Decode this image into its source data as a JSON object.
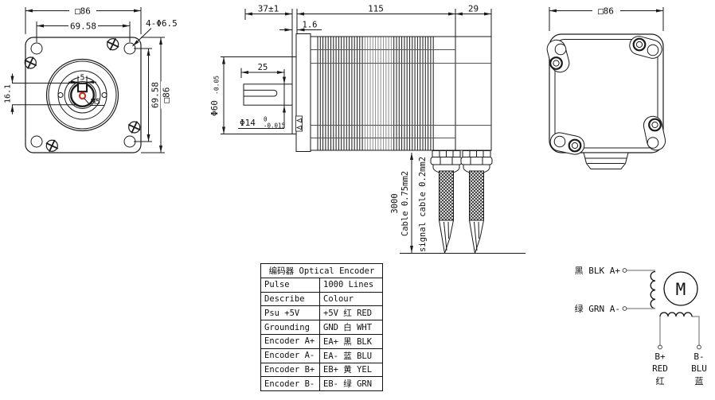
{
  "front_view": {
    "dim_width_top": "□86",
    "dim_hole_spacing_h": "69.58",
    "holes_label": "4-Φ6.5",
    "dim_key_offset": "16.1",
    "dim_key_width": "5",
    "center_tap_label": "M5",
    "dim_hole_spacing_v": "69.58",
    "dim_height_right": "□86"
  },
  "side_view": {
    "dim_shaft_length": "37±1",
    "dim_body_length": "115",
    "dim_rear_length": "29",
    "dim_pilot_depth": "1.6",
    "dim_keyway_length": "25",
    "dim_pilot_diameter": "Φ60",
    "dim_pilot_tolerance": "-0.05",
    "dim_shaft_diameter": "Φ14",
    "dim_shaft_tol_upper": "0",
    "dim_shaft_tol_lower": "-0.015",
    "dim_cable_length": "3000",
    "power_cable_label": "Cable 0.75mm2",
    "signal_cable_label": "signal cable 0.2mm2"
  },
  "rear_view": {
    "dim_width_top": "□86"
  },
  "encoder_table": {
    "title": "编码器 Optical Encoder",
    "rows": [
      {
        "left": "Pulse",
        "right": "1000 Lines"
      },
      {
        "left": "Describe",
        "right": "Colour"
      },
      {
        "left": "Psu +5V",
        "right": "+5V 红 RED"
      },
      {
        "left": "Grounding",
        "right": "GND 白 WHT"
      },
      {
        "left": "Encoder A+",
        "right": "EA+ 黑 BLK"
      },
      {
        "left": "Encoder A-",
        "right": "EA- 蓝 BLU"
      },
      {
        "left": "Encoder B+",
        "right": "EB+ 黄 YEL"
      },
      {
        "left": "Encoder B-",
        "right": "EB- 绿 GRN"
      }
    ]
  },
  "wiring_diagram": {
    "phase_a_plus": "黑 BLK A+",
    "phase_a_minus": "绿 GRN A-",
    "motor_symbol": "M",
    "b_plus": "B+",
    "b_plus_color_en": "RED",
    "b_plus_color_cn": "红",
    "b_minus": "B-",
    "b_minus_color_en": "BLU",
    "b_minus_color_cn": "蓝"
  },
  "colors": {
    "line": "#1a1a1a",
    "accent_red": "#e02413",
    "wire_gray": "#999999"
  }
}
